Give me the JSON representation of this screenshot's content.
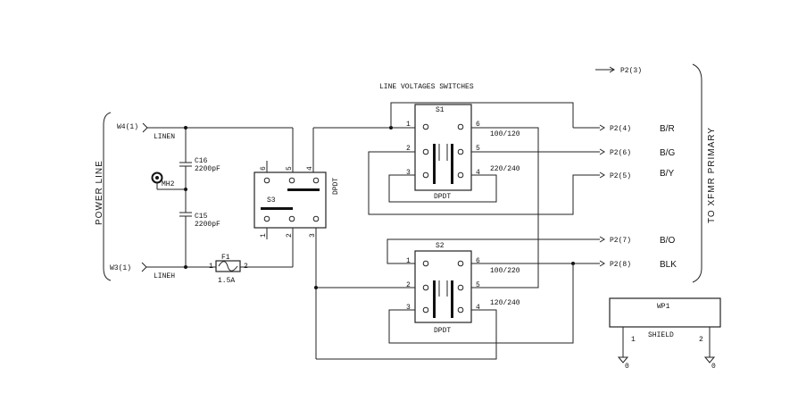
{
  "labels": {
    "title": "LINE VOLTAGES SWITCHES",
    "power_line": "POWER LINE",
    "to_xfmr": "TO XFMR PRIMARY"
  },
  "connectors": {
    "w4": "W4(1)",
    "w3": "W3(1)",
    "p2": [
      {
        "pin": "P2(3)",
        "color": ""
      },
      {
        "pin": "P2(4)",
        "color": "B/R"
      },
      {
        "pin": "P2(6)",
        "color": "B/G"
      },
      {
        "pin": "P2(5)",
        "color": "B/Y"
      },
      {
        "pin": "P2(7)",
        "color": "B/O"
      },
      {
        "pin": "P2(8)",
        "color": "BLK"
      }
    ]
  },
  "nets": {
    "linen": "LINEN",
    "lineh": "LINEH"
  },
  "components": {
    "c16": {
      "ref": "C16",
      "value": "2200pF"
    },
    "c15": {
      "ref": "C15",
      "value": "2200pF"
    },
    "mh2": "MH2",
    "f1": {
      "ref": "F1",
      "pin1": "1",
      "pin2": "2",
      "rating": "1.5A"
    },
    "s3": {
      "ref": "S3",
      "type": "DPDT",
      "pins": {
        "1": "1",
        "2": "2",
        "3": "3",
        "4": "4",
        "5": "5",
        "6": "6"
      }
    },
    "s1": {
      "ref": "S1",
      "type": "DPDT",
      "pins": {
        "1": "1",
        "2": "2",
        "3": "3",
        "4": "4",
        "5": "5",
        "6": "6"
      },
      "range_a": "100/120",
      "range_b": "220/240"
    },
    "s2": {
      "ref": "S2",
      "type": "DPDT",
      "pins": {
        "1": "1",
        "2": "2",
        "3": "3",
        "4": "4",
        "5": "5",
        "6": "6"
      },
      "range_a": "100/220",
      "range_b": "120/240"
    },
    "wp1": {
      "ref": "WP1",
      "name": "SHIELD",
      "pin1": "1",
      "pin2": "2",
      "gnd": "0"
    }
  }
}
